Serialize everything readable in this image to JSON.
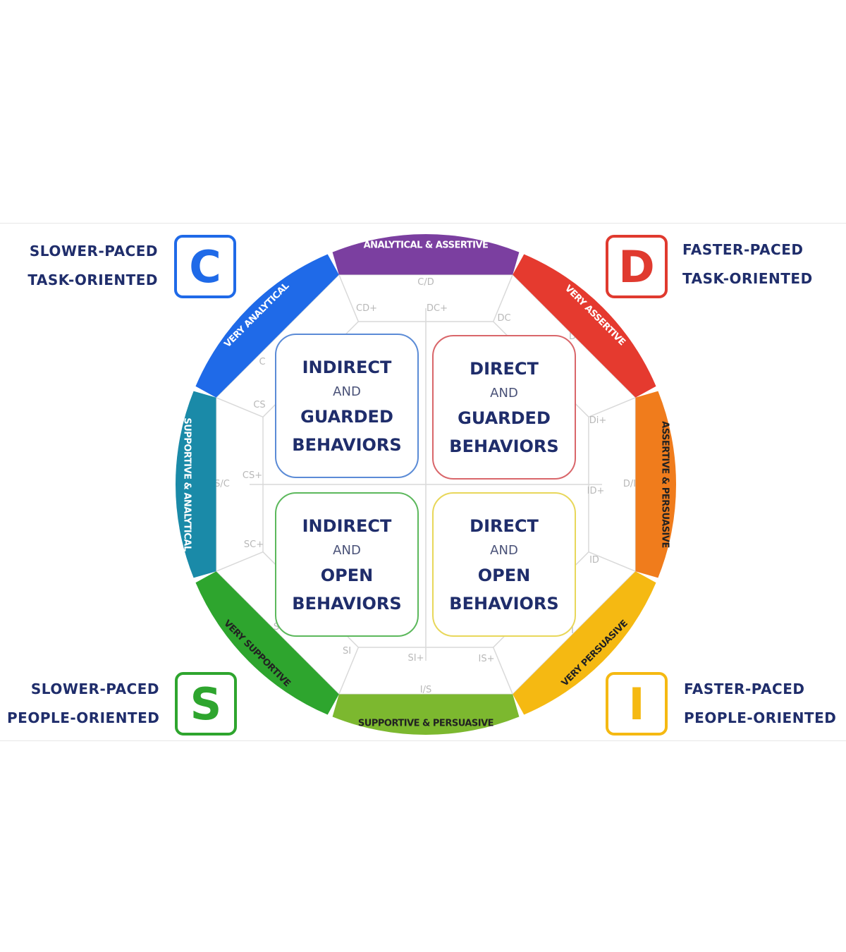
{
  "corners": {
    "c": {
      "letter": "C",
      "line1": "SLOWER-PACED",
      "line2": "TASK-ORIENTED",
      "color": "#1f6ae8"
    },
    "d": {
      "letter": "D",
      "line1": "FASTER-PACED",
      "line2": "TASK-ORIENTED",
      "color": "#e03a2f"
    },
    "s": {
      "letter": "S",
      "line1": "SLOWER-PACED",
      "line2": "PEOPLE-ORIENTED",
      "color": "#2ea52e"
    },
    "i": {
      "letter": "I",
      "line1": "FASTER-PACED",
      "line2": "PEOPLE-ORIENTED",
      "color": "#f5b912"
    }
  },
  "ring_segments": [
    {
      "label": "ANALYTICAL & ASSERTIVE",
      "color": "#7b3fa0",
      "text_color": "#ffffff"
    },
    {
      "label": "VERY ASSERTIVE",
      "color": "#e53a2f",
      "text_color": "#ffffff"
    },
    {
      "label": "ASSERTIVE & PERSUASIVE",
      "color": "#f07c1c",
      "text_color": "#222222"
    },
    {
      "label": "VERY PERSUASIVE",
      "color": "#f5b912",
      "text_color": "#222222"
    },
    {
      "label": "SUPPORTIVE & PERSUASIVE",
      "color": "#7cb82f",
      "text_color": "#222222"
    },
    {
      "label": "VERY SUPPORTIVE",
      "color": "#2ea52e",
      "text_color": "#222222"
    },
    {
      "label": "SUPPORTIVE & ANALYTICAL",
      "color": "#1a8aa8",
      "text_color": "#ffffff"
    },
    {
      "label": "VERY ANALYTICAL",
      "color": "#1f6ae8",
      "text_color": "#ffffff"
    }
  ],
  "grid_labels": [
    "C/D",
    "CD+",
    "DC+",
    "DC",
    "D",
    "Di+",
    "D/I",
    "ID+",
    "ID",
    "IS+",
    "I/S",
    "SI+",
    "SI",
    "S",
    "SC+",
    "S/C",
    "CS+",
    "CS",
    "C",
    "I"
  ],
  "quadrants": [
    {
      "line1": "INDIRECT",
      "and": "AND",
      "line2": "GUARDED",
      "line3": "BEHAVIORS",
      "color": "#5b8bd6"
    },
    {
      "line1": "DIRECT",
      "and": "AND",
      "line2": "GUARDED",
      "line3": "BEHAVIORS",
      "color": "#d9666a"
    },
    {
      "line1": "INDIRECT",
      "and": "AND",
      "line2": "OPEN",
      "line3": "BEHAVIORS",
      "color": "#5cb85c"
    },
    {
      "line1": "DIRECT",
      "and": "AND",
      "line2": "OPEN",
      "line3": "BEHAVIORS",
      "color": "#e8d75a"
    }
  ]
}
